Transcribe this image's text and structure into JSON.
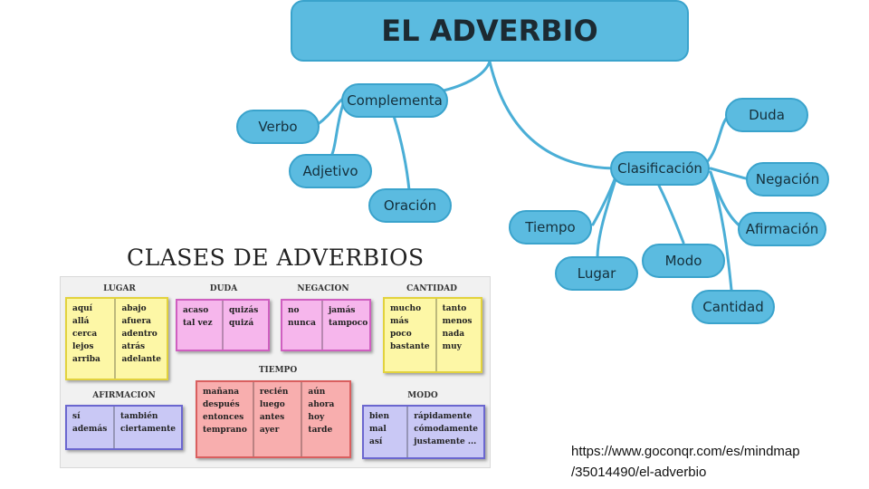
{
  "mindmap": {
    "root": "EL ADVERBIO",
    "complementa": {
      "label": "Complementa",
      "children": [
        "Verbo",
        "Adjetivo",
        "Oración"
      ]
    },
    "clasificacion": {
      "label": "Clasificación",
      "children": [
        "Duda",
        "Negación",
        "Afirmación",
        "Tiempo",
        "Lugar",
        "Modo",
        "Cantidad"
      ]
    }
  },
  "clases": {
    "title": "CLASES DE ADVERBIOS",
    "groups": [
      {
        "name": "LUGAR",
        "columns": [
          "aquí\nallá\ncerca\nlejos\narriba",
          "abajo\nafuera\nadentro\natrás\nadelante"
        ],
        "color": "#fdf7a6",
        "border": "#e2d23d"
      },
      {
        "name": "DUDA",
        "columns": [
          "acaso\ntal vez",
          "quizás\nquizá"
        ],
        "color": "#f6b6ec",
        "border": "#cf5fc0"
      },
      {
        "name": "NEGACION",
        "columns": [
          "no\nnunca",
          "jamás\ntampoco"
        ],
        "color": "#f6b6ec",
        "border": "#cf5fc0"
      },
      {
        "name": "CANTIDAD",
        "columns": [
          "mucho\nmás\npoco\nbastante",
          "tanto\nmenos\nnada\nmuy"
        ],
        "color": "#fdf7a6",
        "border": "#e2d23d"
      },
      {
        "name": "AFIRMACION",
        "columns": [
          "sí\nademás",
          "también\nciertamente"
        ],
        "color": "#c9c8f5",
        "border": "#6b67cf"
      },
      {
        "name": "TIEMPO",
        "columns": [
          "mañana\ndespués\nentonces\ntemprano",
          "recién\nluego\nantes\nayer",
          "aún\nahora\nhoy\ntarde"
        ],
        "color": "#f8aeae",
        "border": "#d95f5f"
      },
      {
        "name": "MODO",
        "columns": [
          "bien\nmal\nasí",
          "rápidamente\ncómodamente\njustamente ..."
        ],
        "color": "#c9c8f5",
        "border": "#6b67cf"
      }
    ]
  },
  "source": {
    "line1": "https://www.goconqr.com/es/mindmap",
    "line2": "/35014490/el-adverbio"
  },
  "colors": {
    "node_fill": "#5bbbe0",
    "node_border": "#3aa3cc",
    "connector": "#4aaed6"
  }
}
